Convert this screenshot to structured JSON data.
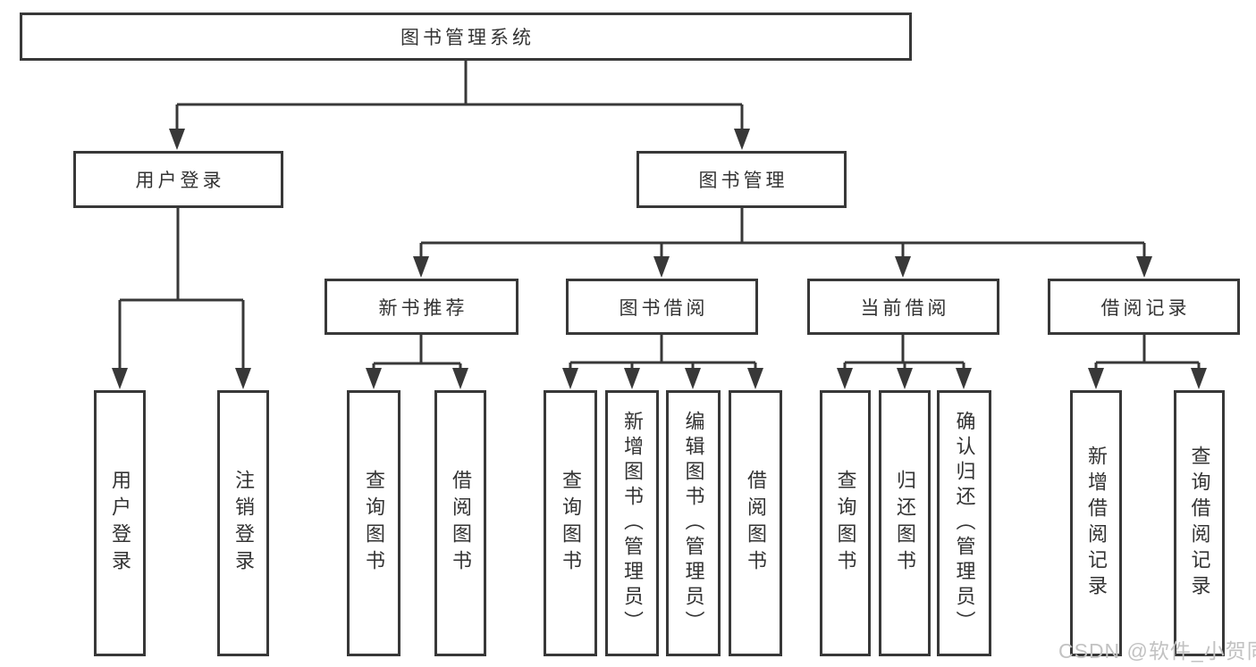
{
  "root_label": "图书管理系统",
  "level2": {
    "user": "用户登录",
    "books": "图书管理"
  },
  "level3": {
    "recommend": "新书推荐",
    "borrow": "图书借阅",
    "current": "当前借阅",
    "records": "借阅记录"
  },
  "leaves": {
    "user": [
      "用户登录",
      "注销登录"
    ],
    "recommend": [
      "查询图书",
      "借阅图书"
    ],
    "borrow": [
      "查询图书",
      "新增图书（管理员）",
      "编辑图书（管理员）",
      "借阅图书"
    ],
    "current": [
      "查询图书",
      "归还图书",
      "确认归还（管理员）"
    ],
    "records": [
      "新增借阅记录",
      "查询借阅记录"
    ]
  },
  "watermark": "CSDN @软件_小贺同学",
  "colors": {
    "line": "#383838",
    "text": "#333333",
    "watermark": "#c2c2c2",
    "background": "#ffffff"
  }
}
